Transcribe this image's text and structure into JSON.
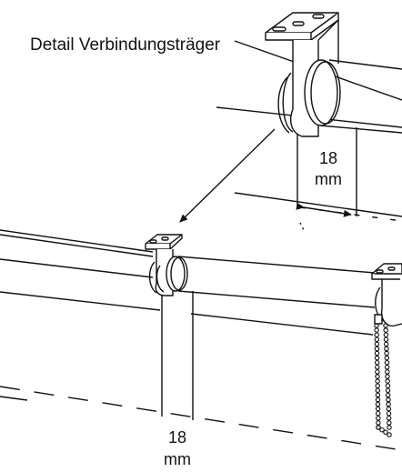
{
  "diagram": {
    "title": "Detail Verbindungsträger",
    "dimension_top": {
      "value": "18",
      "unit": "mm"
    },
    "dimension_bottom": {
      "value": "18",
      "unit": "mm"
    }
  }
}
